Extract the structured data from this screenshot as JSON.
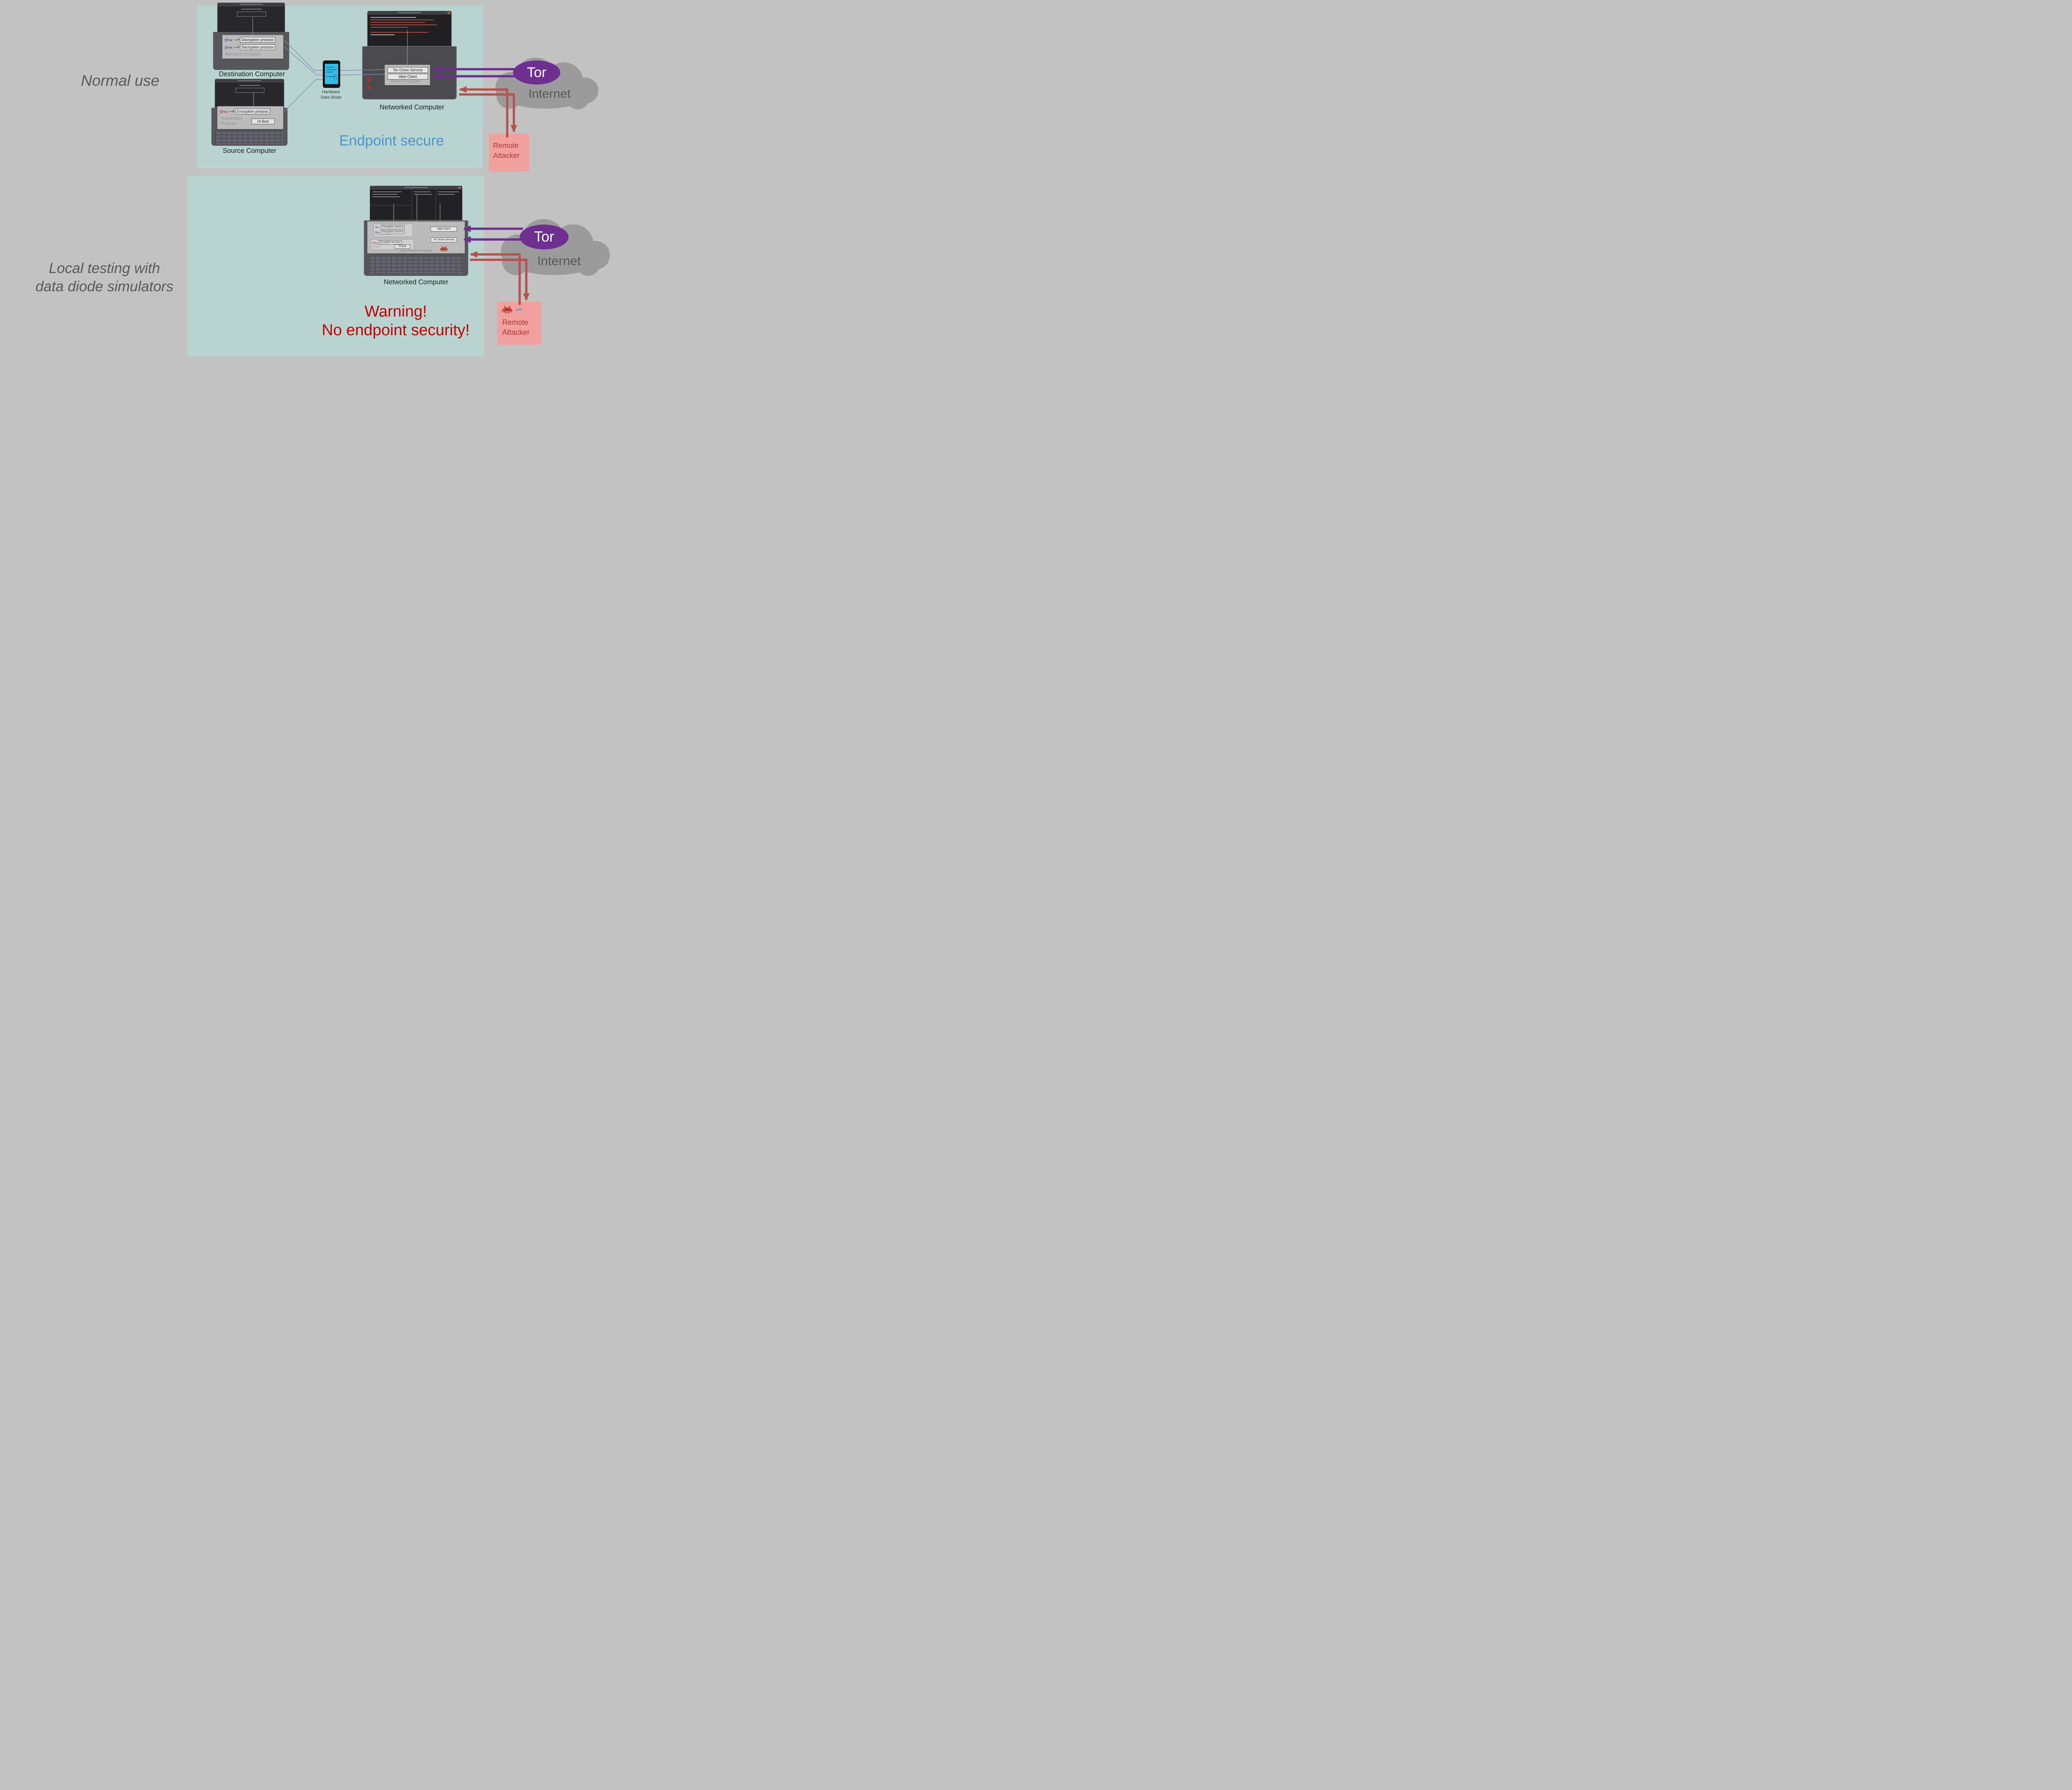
{
  "colors": {
    "background": "#c2c2c2",
    "panel": "#b7d4d0",
    "tor_purple": "#6e2f90",
    "cloud_gray": "#9b9b9b",
    "arrow_red": "#b9504c",
    "attacker_pink": "#f0a19d",
    "attacker_text": "#ab3a35",
    "warning_red": "#c40000",
    "secure_blue": "#4d96c8"
  },
  "labels": {
    "normal_use": "Normal use",
    "local_testing": "Local testing with\ndata diode simulators",
    "endpoint_secure": "Endpoint secure",
    "warning": "Warning!\nNo endpoint security!",
    "tor": "Tor",
    "internet": "Internet",
    "remote_attacker": "Remote\nAttacker",
    "compromise_question": "?"
  },
  "top_diagram": {
    "destination_computer": {
      "caption": "Destination Computer",
      "program": "Receiver Program",
      "process_1": "Decryption process",
      "process_2": "Decryption process"
    },
    "source_computer": {
      "caption": "Source Computer",
      "program": "Transmitter Program",
      "process": "Encryption process",
      "message": "Hi Bob"
    },
    "data_diode": {
      "caption": "Hardware\nData Diode"
    },
    "networked_computer": {
      "caption": "Networked Computer",
      "program": "Relay Program",
      "service_1": "Tor Onion Service",
      "service_2": "Web Client"
    }
  },
  "bottom_diagram": {
    "networked_computer": {
      "caption": "Networked Computer",
      "emulator": "Tiling Terminal Emulator",
      "receiver_program": "Receiver Program",
      "receiver_process_1": "Decryption process",
      "receiver_process_2": "Decryption process",
      "transmitter_program": "Transmitter Program",
      "transmitter_process": "Encryption process",
      "message": "Hi Bob",
      "service_1": "Web Client",
      "service_2": "Tor Onion Service"
    }
  }
}
